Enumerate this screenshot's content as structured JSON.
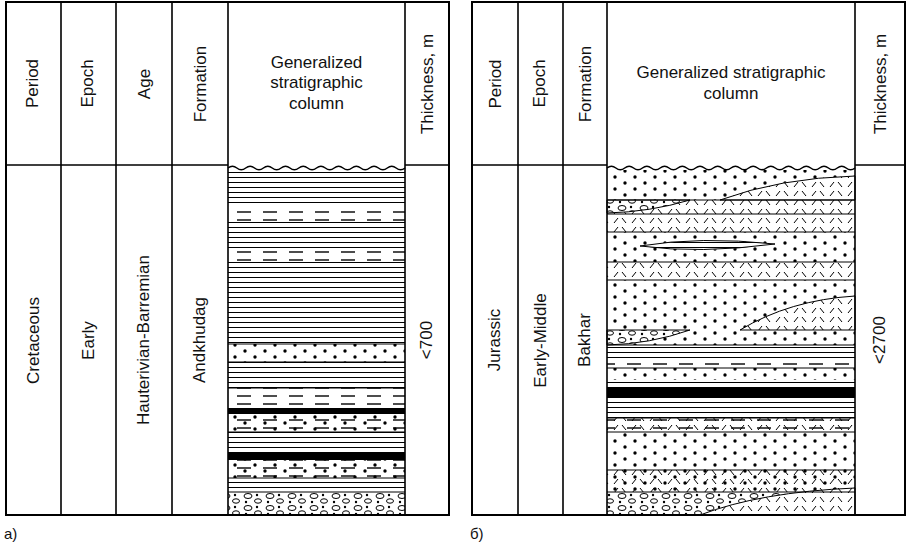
{
  "diagram": {
    "labels": [
      "Period",
      "Epoch",
      "Age",
      "Formation",
      "Generalized stratigraphic column",
      "Thickness, m",
      "Cretaceous",
      "Early",
      "Hauterivian-Barremian",
      "Andkhudag",
      "<700",
      "а)",
      "Period",
      "Epoch",
      "Formation",
      "Generalized stratigraphic column",
      "Thickness, m",
      "Jurassic",
      "Early-Middle",
      "Bakhar",
      "<2700",
      "б)"
    ]
  }
}
